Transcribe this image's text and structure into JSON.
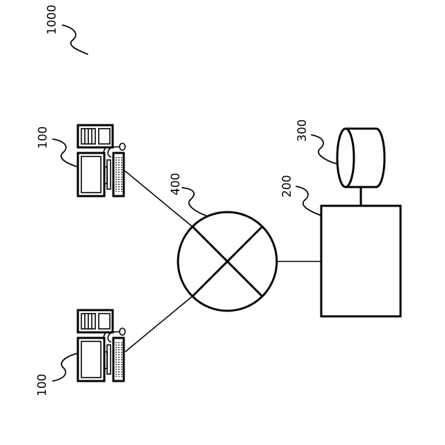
{
  "figure": {
    "labels": {
      "system": "1000",
      "terminal_top": "100",
      "terminal_bottom": "100",
      "network": "400",
      "server": "200",
      "database": "300"
    },
    "colors": {
      "stroke": "#000000",
      "background": "#ffffff"
    },
    "icons": {
      "terminal": "desktop-computer-icon",
      "network": "network-hub-icon",
      "server": "server-box",
      "database": "database-cylinder-icon"
    }
  }
}
